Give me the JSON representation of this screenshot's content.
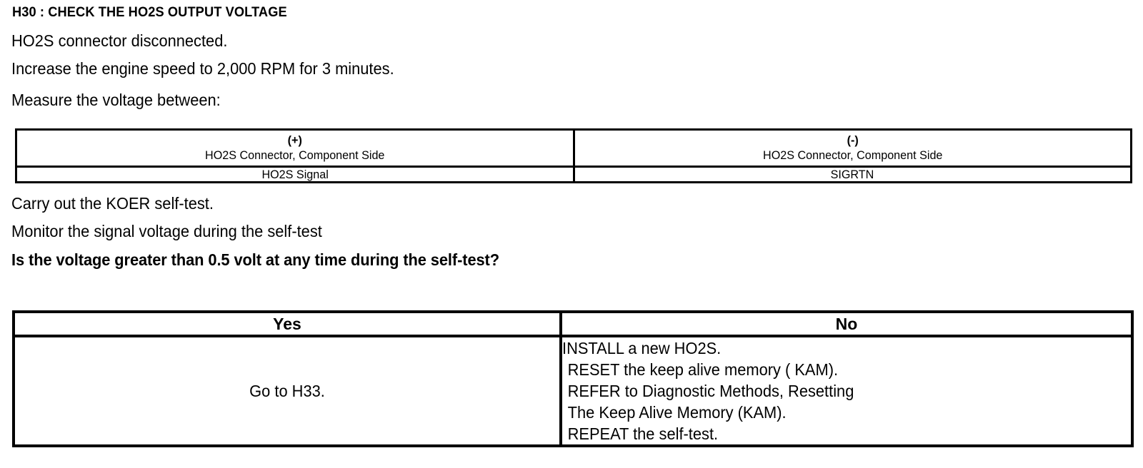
{
  "step": {
    "title": "H30 : CHECK THE HO2S OUTPUT VOLTAGE"
  },
  "instructions": {
    "pre": [
      "HO2S connector disconnected.",
      "Increase the engine speed to 2,000 RPM for 3 minutes.",
      "Measure the voltage between:"
    ],
    "post": [
      "Carry out the KOER self-test.",
      "Monitor the signal voltage during the self-test"
    ],
    "question": "Is the voltage greater than 0.5 volt at any time during the self-test?"
  },
  "pin_table": {
    "columns": [
      {
        "sign": "(+)",
        "description": "HO2S Connector, Component Side",
        "value": "HO2S Signal"
      },
      {
        "sign": "(-)",
        "description": "HO2S Connector, Component Side",
        "value": "SIGRTN"
      }
    ]
  },
  "decision_table": {
    "headers": {
      "yes": "Yes",
      "no": "No"
    },
    "yes_answer": "Go to H33.",
    "no_actions": [
      "INSTALL a new HO2S.",
      "RESET the keep alive memory ( KAM).",
      "REFER to  Diagnostic Methods, Resetting",
      "The Keep Alive Memory (KAM).",
      "REPEAT the self-test."
    ]
  },
  "colors": {
    "text": "#000000",
    "background": "#ffffff",
    "rule": "#000000"
  }
}
